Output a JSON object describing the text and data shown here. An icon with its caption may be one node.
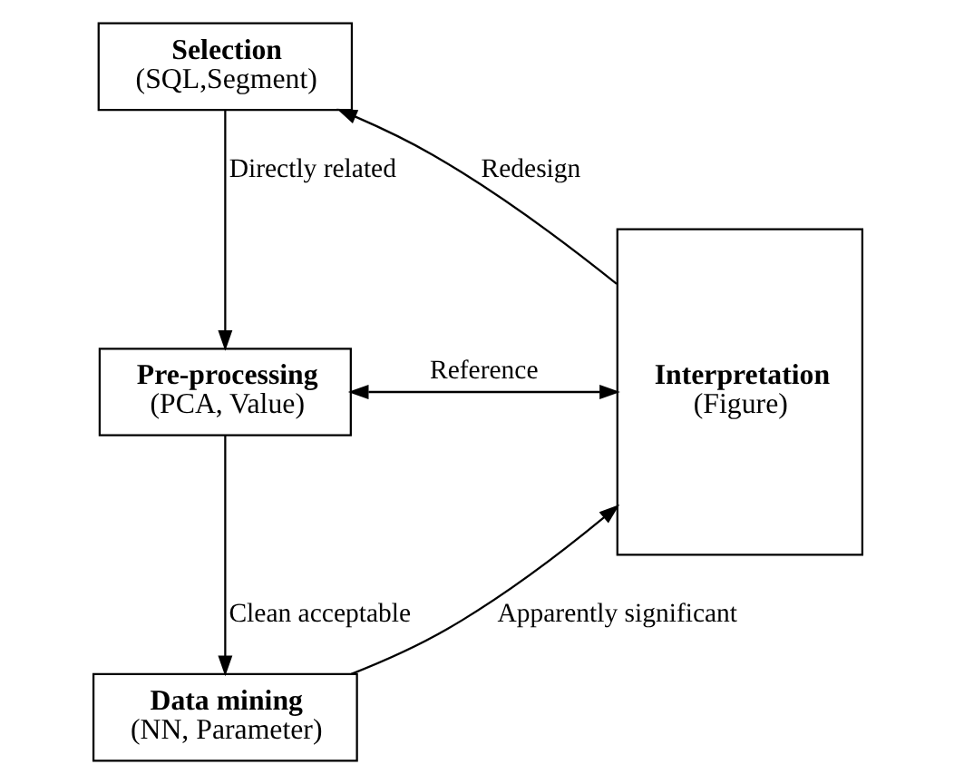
{
  "diagram": {
    "nodes": [
      {
        "text": [
          "Selection",
          "(SQL,Segment)"
        ]
      },
      {
        "text": [
          "Pre-processing",
          "(PCA, Value)"
        ]
      },
      {
        "text": [
          "Data mining",
          "(NN, Parameter)"
        ]
      },
      {
        "text": [
          "Interpretation",
          "(Figure)"
        ]
      }
    ],
    "edges": [
      {
        "from": 0,
        "to": 1,
        "arrow": "to",
        "label": "Directly related"
      },
      {
        "from": 1,
        "to": 3,
        "arrow": "both",
        "label": "Reference"
      },
      {
        "from": 1,
        "to": 2,
        "arrow": "to",
        "label": "Clean acceptable"
      },
      {
        "from": 2,
        "to": 3,
        "arrow": "to",
        "label": "Apparently significant"
      },
      {
        "from": 3,
        "to": 0,
        "arrow": "to",
        "label": "Redesign"
      }
    ]
  }
}
